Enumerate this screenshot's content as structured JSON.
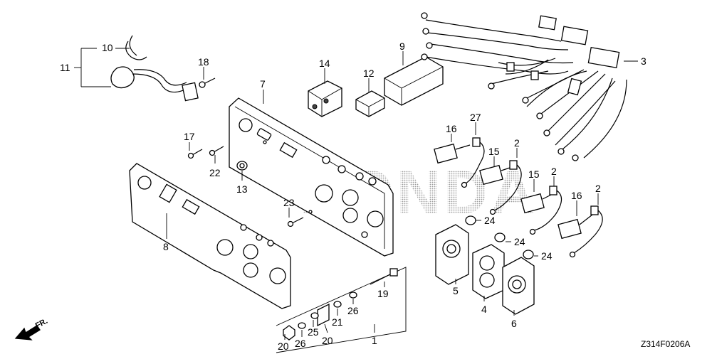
{
  "diagram": {
    "code": "Z314F0206A",
    "direction_label": "FR.",
    "watermark": "HONDA",
    "callouts": [
      "10",
      "11",
      "18",
      "14",
      "12",
      "9",
      "3",
      "7",
      "17",
      "22",
      "13",
      "16",
      "27",
      "2",
      "15",
      "2",
      "15",
      "16",
      "2",
      "23",
      "8",
      "24",
      "24",
      "24",
      "19",
      "5",
      "4",
      "6",
      "26",
      "25",
      "20",
      "21",
      "20",
      "26",
      "1"
    ]
  }
}
